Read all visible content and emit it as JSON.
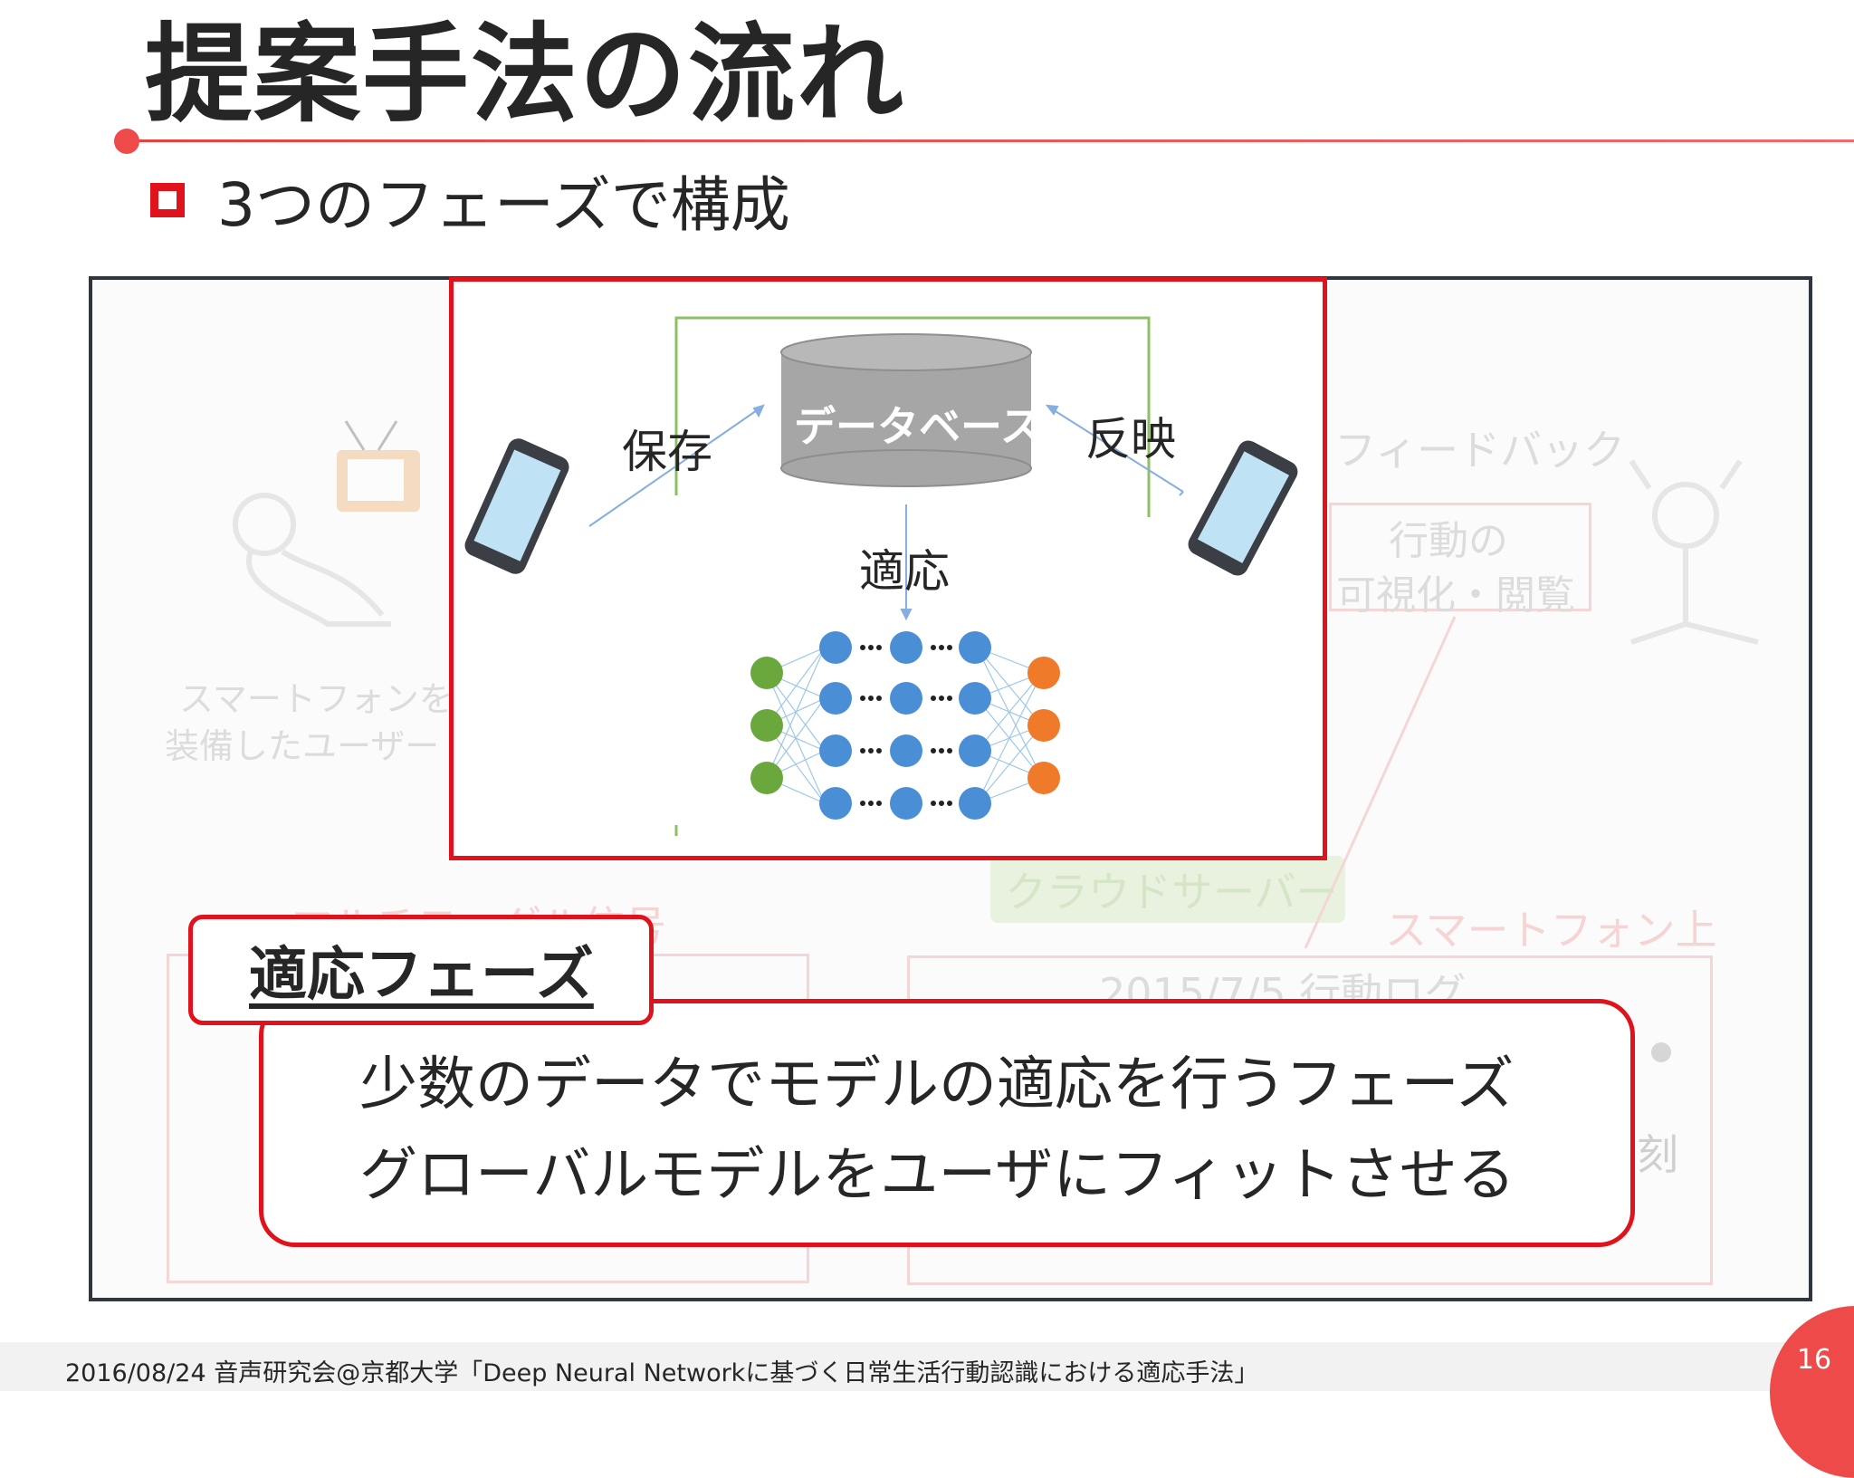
{
  "slide": {
    "title": "提案手法の流れ",
    "bullet": "3つのフェーズで構成",
    "page_number": "16",
    "footer": "2016/08/24  音声研究会@京都大学「Deep Neural Networkに基づく日常生活行動認識における適応手法」"
  },
  "background_diagram": {
    "feedback_label": "フィードバック",
    "view_label_1": "行動の",
    "view_label_2": "可視化・閲覧",
    "user_label_1": "スマートフォンを",
    "user_label_2": "装備したユーザー",
    "multimodal_label": "マルチモーダル信号",
    "cloud_label": "クラウドサーバー",
    "smartphone_label": "スマートフォン上",
    "log_label": "2015/7/5 行動ログ",
    "time_fragment": "刻"
  },
  "focus_diagram": {
    "database_label": "データベース",
    "save_label": "保存",
    "reflect_label": "反映",
    "adapt_label": "適応"
  },
  "phase": {
    "name": "適応フェーズ",
    "line1": "少数のデータでモデルの適応を行うフェーズ",
    "line2": "グローバルモデルをユーザにフィットさせる"
  },
  "colors": {
    "accent_red": "#e0121b",
    "node_input": "#6aa83e",
    "node_hidden": "#4a8fd6",
    "node_output": "#ee7a2a",
    "database_gray": "#a6a6a6"
  }
}
